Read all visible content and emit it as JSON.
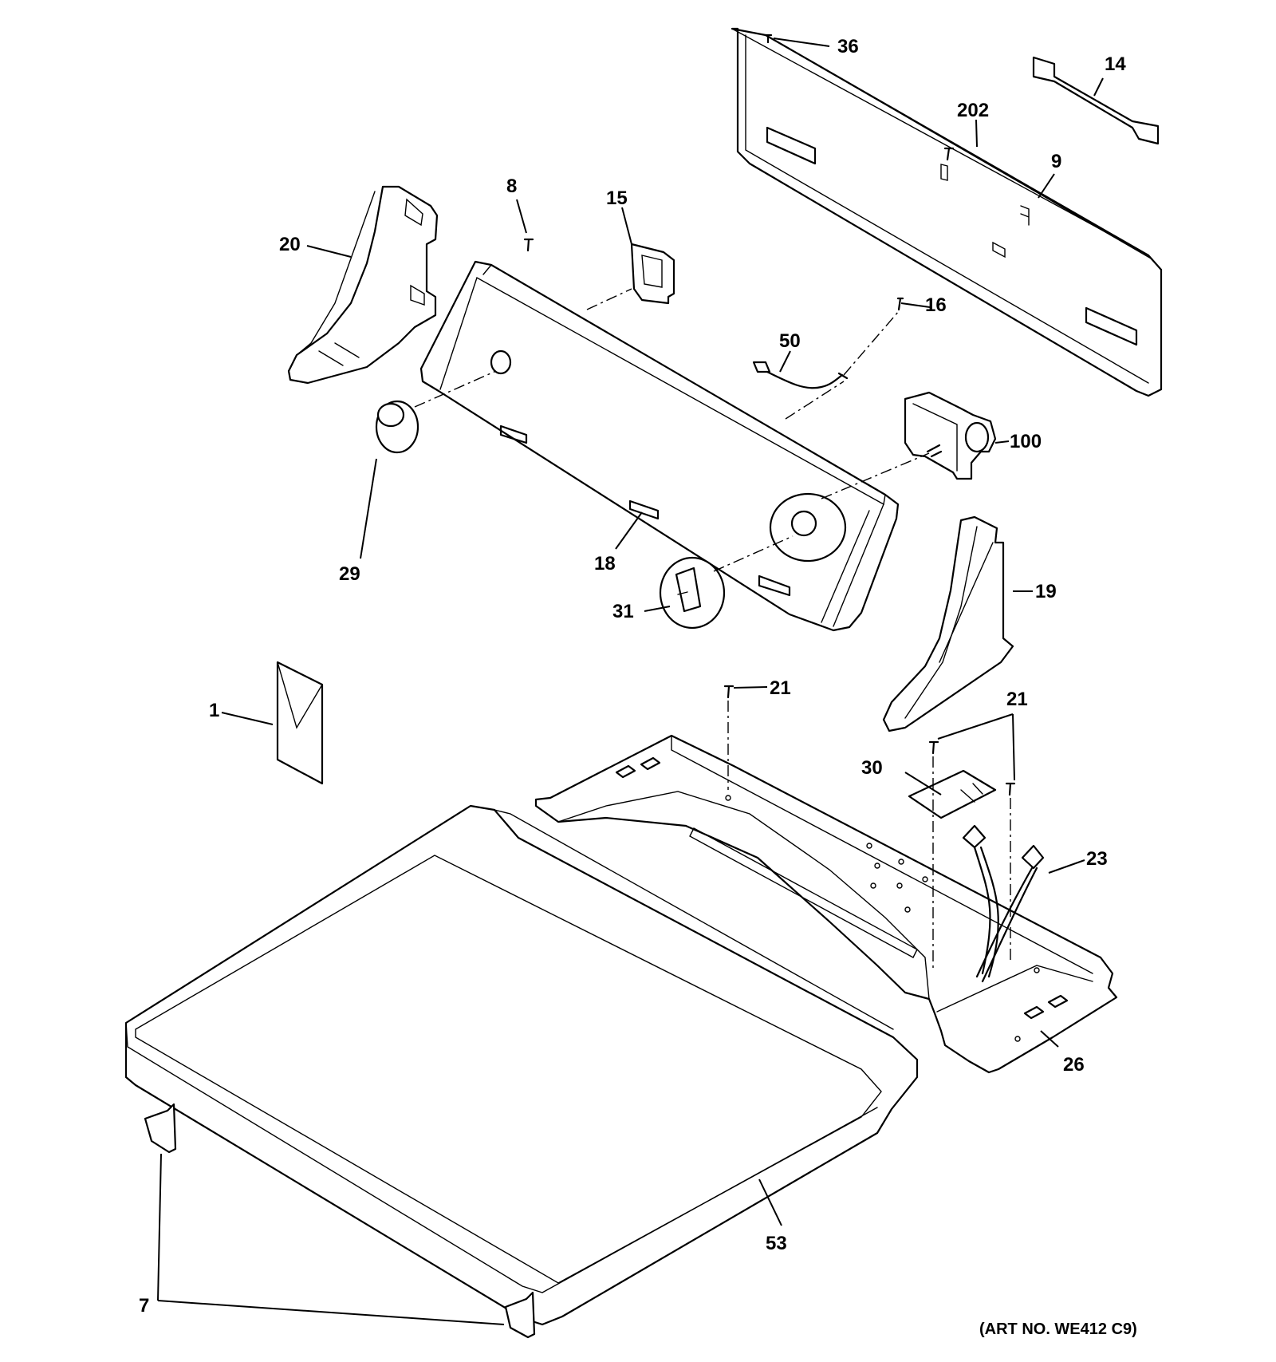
{
  "callouts": {
    "c1": "1",
    "c7": "7",
    "c8": "8",
    "c9": "9",
    "c14": "14",
    "c15": "15",
    "c16": "16",
    "c18": "18",
    "c19": "19",
    "c20": "20",
    "c21a": "21",
    "c21b": "21",
    "c23": "23",
    "c26": "26",
    "c29": "29",
    "c30": "30",
    "c31": "31",
    "c36": "36",
    "c50": "50",
    "c53": "53",
    "c100": "100",
    "c202": "202"
  },
  "art_number": "(ART NO. WE412 C9)"
}
